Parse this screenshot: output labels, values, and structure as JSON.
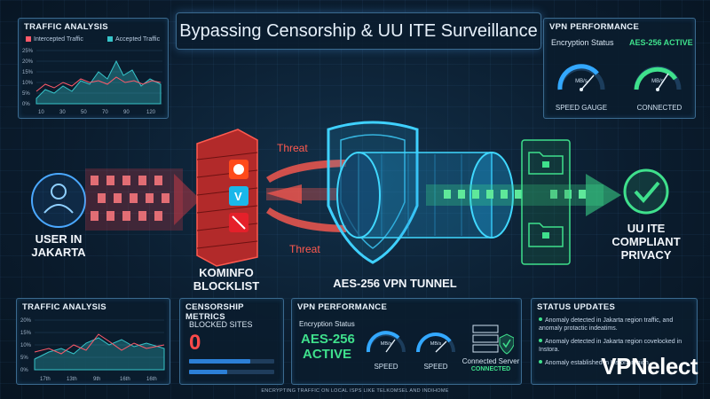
{
  "title": "Bypassing Censorship & UU ITE Surveillance",
  "top_left_panel": {
    "title": "TRAFFIC ANALYSIS",
    "legend_intercepted": "Intercepted Traffic",
    "legend_accepted": "Accepted Traffic",
    "y_ticks": [
      "25%",
      "20%",
      "15%",
      "10%",
      "5%",
      "0%"
    ],
    "x_ticks": [
      "10",
      "30",
      "50",
      "70",
      "90",
      "120"
    ],
    "colors": {
      "intercepted": "#ff5a6a",
      "accepted": "#36c4c9"
    }
  },
  "top_right_panel": {
    "title": "VPN PERFORMANCE",
    "encryption_label": "Encryption Status",
    "encryption_value": "AES-256 ACTIVE",
    "gauge1_unit": "MB/s",
    "gauge1_caption": "SPEED GAUGE",
    "gauge2_unit": "MB/s",
    "gauge2_caption": "CONNECTED"
  },
  "flow": {
    "user_label": "USER IN JAKARTA",
    "blocklist_label": "KOMINFO BLOCKLIST",
    "threat_top": "Threat",
    "threat_bottom": "Threat",
    "tunnel_label": "AES-256 VPN TUNNEL",
    "compliant_label": "UU ITE COMPLIANT PRIVACY"
  },
  "bottom_traffic": {
    "title": "TRAFFIC ANALYSIS",
    "y_ticks": [
      "20%",
      "15%",
      "10%",
      "5%",
      "0%"
    ],
    "x_ticks": [
      "17th",
      "13th",
      "9th",
      "16th",
      "16th"
    ]
  },
  "censorship": {
    "title": "CENSORSHIP METRICS",
    "label": "BLOCKED SITES",
    "value": "0",
    "bar1_fraction": 0.72,
    "bar2_fraction": 0.45
  },
  "vpn_bottom": {
    "title": "VPN PERFORMANCE",
    "encryption_label": "Encryption Status",
    "encryption_value_line1": "AES-256",
    "encryption_value_line2": "ACTIVE",
    "gauge1_unit": "MB/s",
    "gauge1_caption": "SPEED",
    "gauge2_unit": "MB/s",
    "gauge2_caption": "SPEED",
    "server_label": "Connected Server",
    "server_status": "CONNECTED"
  },
  "status": {
    "title": "STATUS UPDATES",
    "items": [
      "Anomaly detected in Jakarta region traffic, and anomaly protactic indeatims.",
      "Anomaly detected in Jakarta region covelocked in Instora.",
      "Anomaly established in Instora region"
    ]
  },
  "footer": "ENCRYPTING TRAFFIC ON LOCAL ISPS LIKE TELKOMSEL AND INDIHOME",
  "brand": "VPNelect"
}
